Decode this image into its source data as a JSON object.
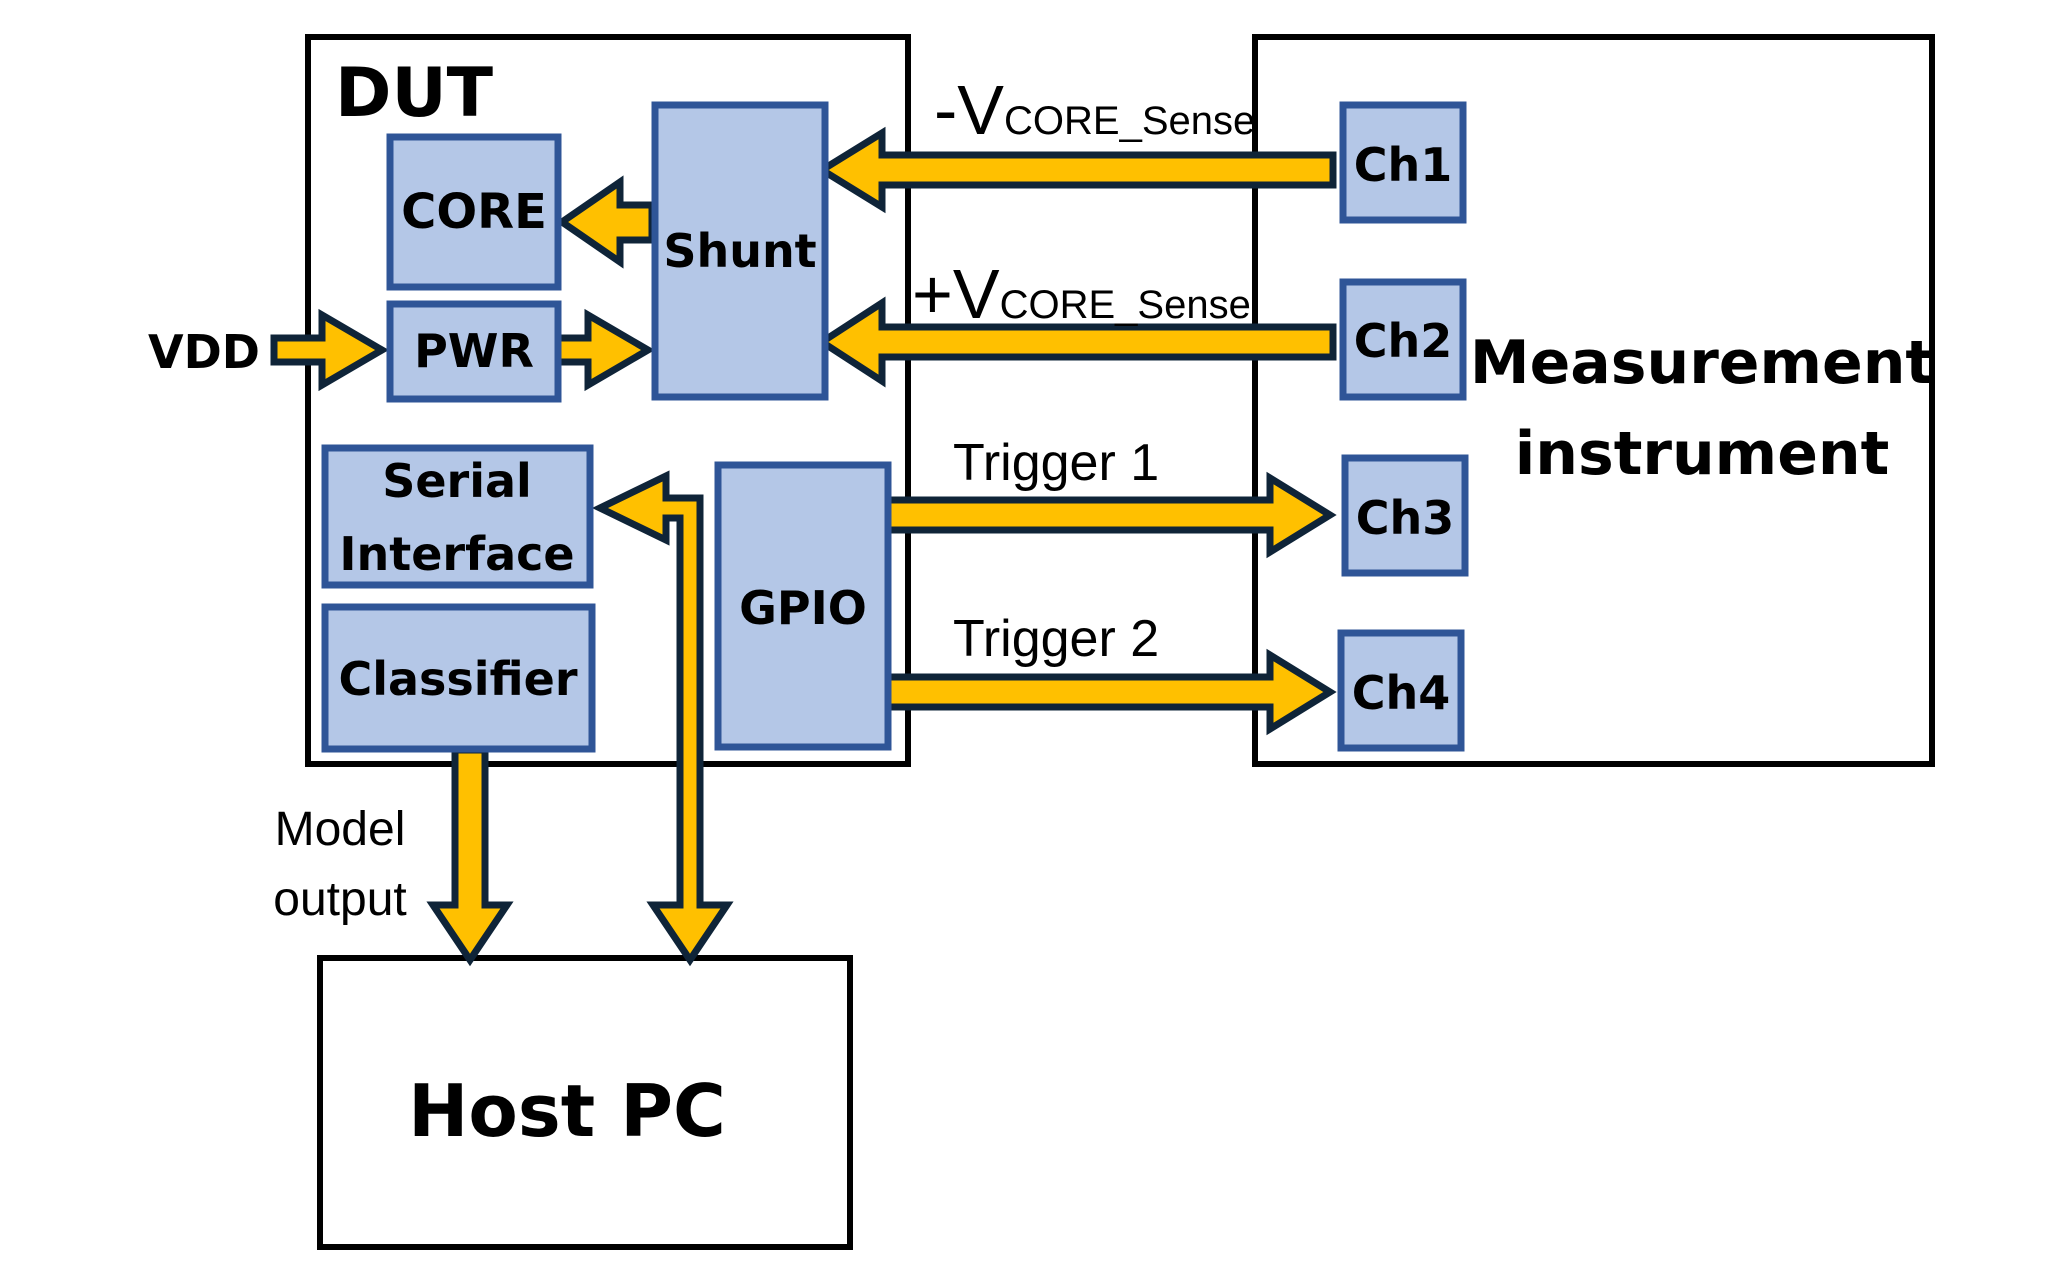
{
  "dut": {
    "title": "DUT"
  },
  "blocks": {
    "core": "CORE",
    "shunt": "Shunt",
    "pwr": "PWR",
    "serial_line1": "Serial",
    "serial_line2": "Interface",
    "classifier": "Classifier",
    "gpio": "GPIO"
  },
  "instrument": {
    "title_line1": "Measurement",
    "title_line2": "instrument",
    "channels": [
      "Ch1",
      "Ch2",
      "Ch3",
      "Ch4"
    ]
  },
  "host": {
    "title": "Host PC"
  },
  "signals": {
    "vdd": "VDD",
    "neg_sense_prefix": "-V",
    "neg_sense_sub": "CORE_Sense",
    "pos_sense_prefix": "+V",
    "pos_sense_sub": "CORE_Sense",
    "trigger1": "Trigger 1",
    "trigger2": "Trigger 2",
    "model_output_line1": "Model",
    "model_output_line2": "output"
  },
  "colors": {
    "arrow_fill": "#FFC000",
    "arrow_outline": "#0F2438",
    "block_fill": "#B4C7E7",
    "block_border": "#2F5597"
  }
}
